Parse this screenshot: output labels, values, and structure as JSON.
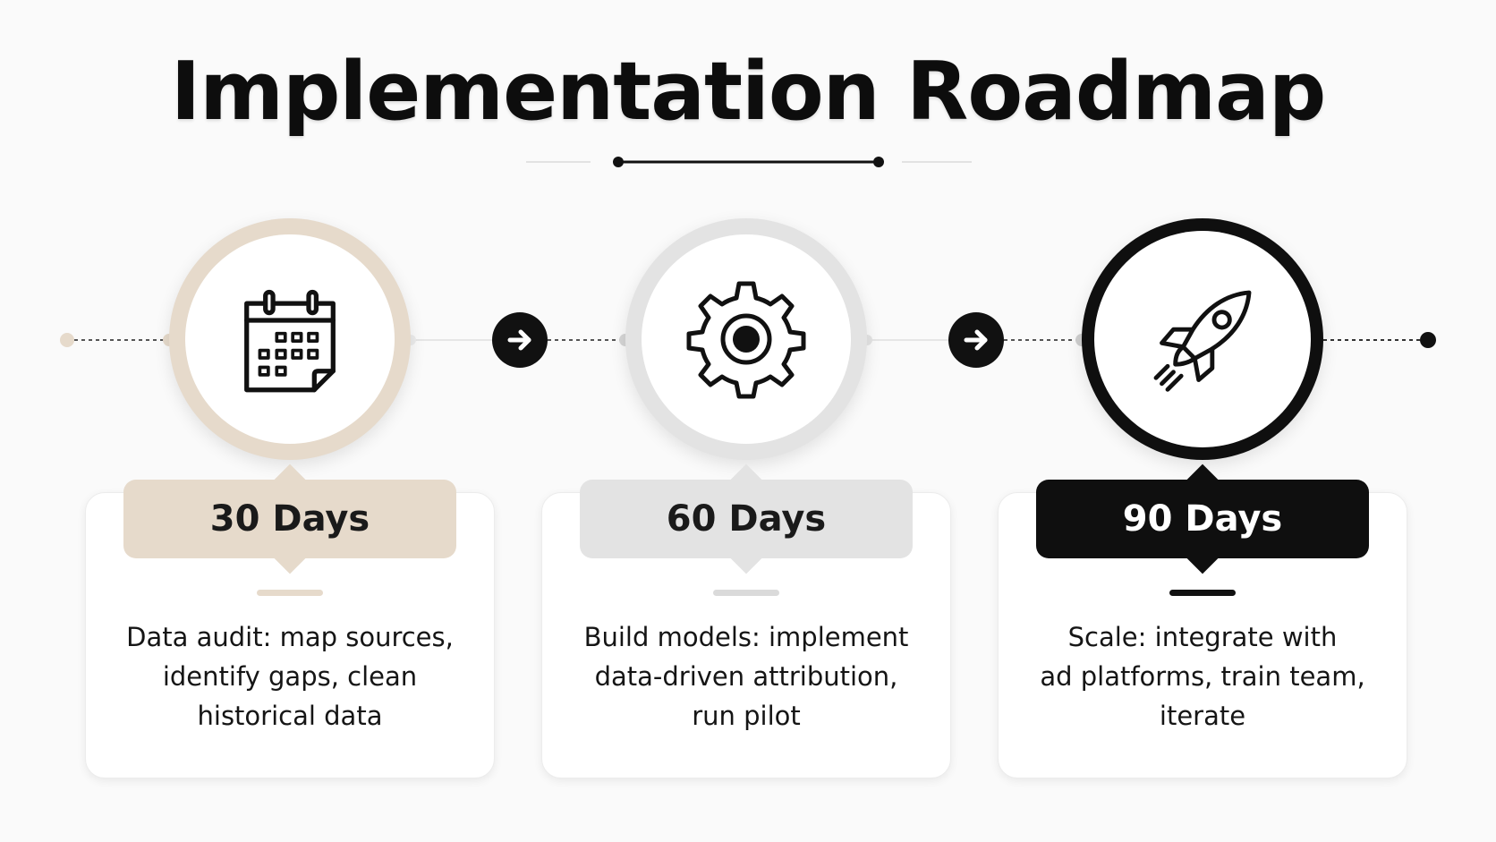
{
  "title": "Implementation Roadmap",
  "colors": {
    "accent_beige": "#e6dacb",
    "accent_gray": "#e3e3e3",
    "accent_black": "#0f0f0f"
  },
  "steps": [
    {
      "label": "30 Days",
      "icon": "calendar-icon",
      "description": [
        "Data audit: map sources,",
        "identify gaps, clean",
        "historical data"
      ]
    },
    {
      "label": "60 Days",
      "icon": "gear-icon",
      "description": [
        "Build models: implement",
        "data-driven attribution,",
        "run pilot"
      ]
    },
    {
      "label": "90 Days",
      "icon": "rocket-icon",
      "description": [
        "Scale: integrate with",
        "ad platforms, train team,",
        "iterate"
      ]
    }
  ]
}
